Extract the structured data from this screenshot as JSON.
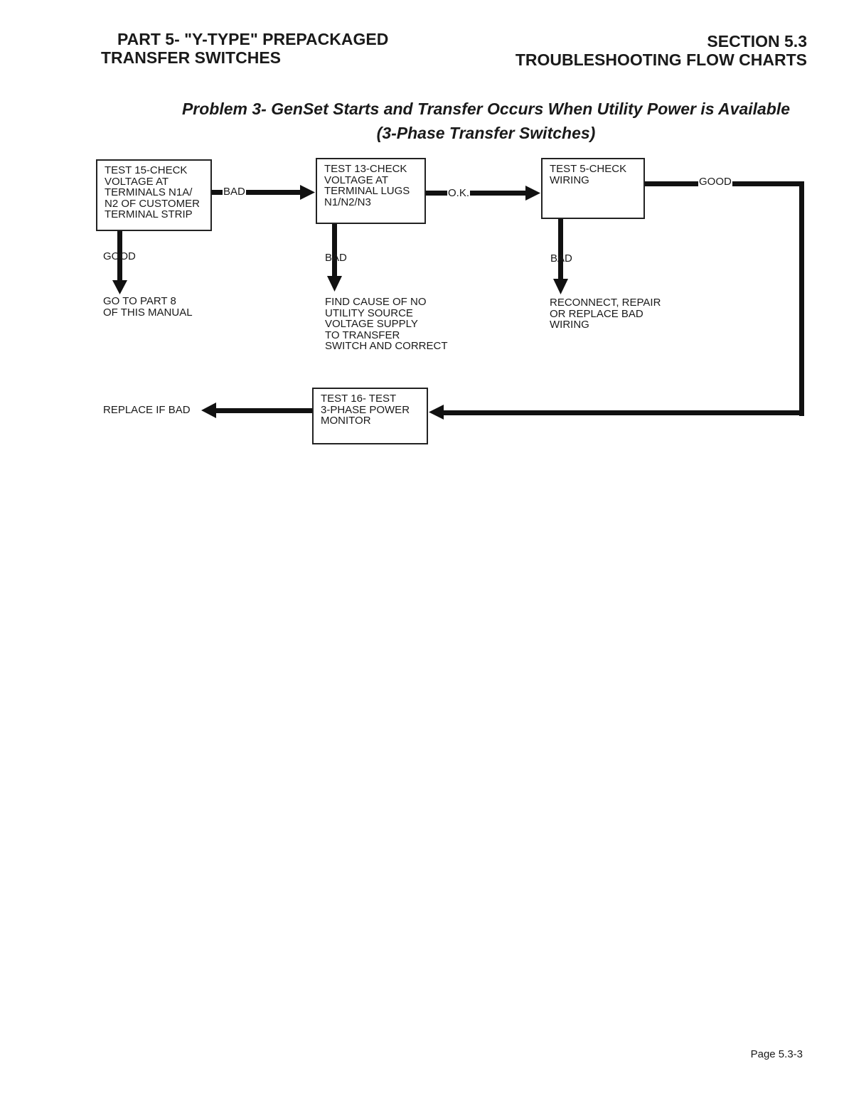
{
  "header": {
    "left_line1": "PART 5- \"Y-TYPE\" PREPACKAGED",
    "left_line2": "TRANSFER SWITCHES",
    "right_line1": "SECTION 5.3",
    "right_line2": "TROUBLESHOOTING FLOW CHARTS"
  },
  "title": {
    "line1": "Problem 3- GenSet Starts and Transfer Occurs When Utility Power is Available",
    "line2": "(3-Phase Transfer Switches)"
  },
  "nodes": {
    "test15": "TEST 15-CHECK\nVOLTAGE AT\nTERMINALS N1A/\nN2 OF CUSTOMER\nTERMINAL STRIP",
    "test13": "TEST 13-CHECK\nVOLTAGE AT\nTERMINAL LUGS\nN1/N2/N3",
    "test5": "TEST 5-CHECK\nWIRING",
    "test16": "TEST 16- TEST\n3-PHASE POWER\nMONITOR",
    "go_part8": "GO TO PART 8\nOF THIS MANUAL",
    "find_cause": "FIND CAUSE OF NO\nUTILITY SOURCE\nVOLTAGE SUPPLY\nTO TRANSFER\nSWITCH AND CORRECT",
    "reconnect": "RECONNECT, REPAIR\nOR REPLACE BAD\nWIRING",
    "replace_if_bad": "REPLACE IF BAD"
  },
  "edges": {
    "t15_to_t13": "BAD",
    "t15_down": "GOOD",
    "t13_to_t5": "O.K.",
    "t13_down": "BAD",
    "t5_down": "BAD",
    "t5_to_t16": "GOOD"
  },
  "footer": {
    "page": "Page 5.3-3"
  }
}
